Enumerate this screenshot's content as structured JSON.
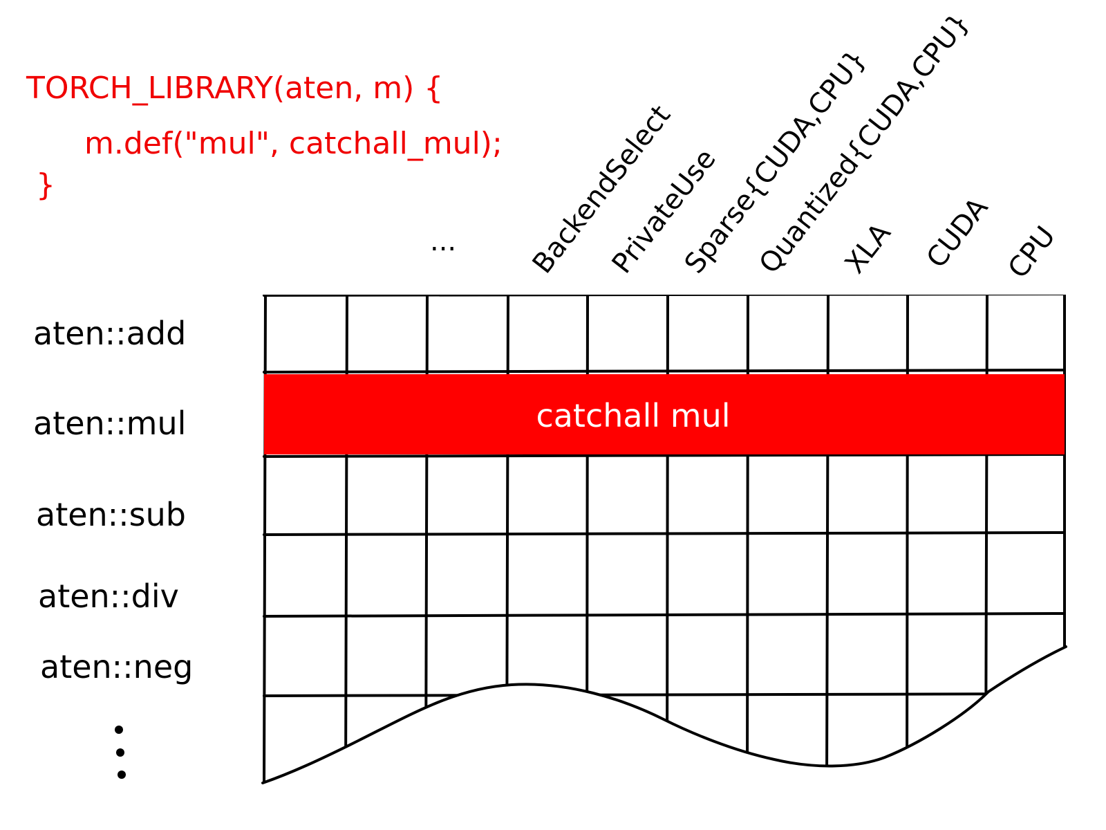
{
  "code_block": {
    "line1": "TORCH_LIBRARY(aten, m) {",
    "line2": "m.def(\"mul\", catchall_mul);",
    "line3": "}"
  },
  "columns": {
    "ellipsis": "...",
    "labels": [
      "BackendSelect",
      "PrivateUse",
      "Sparse{CUDA,CPU}",
      "Quantized{CUDA,CPU}",
      "XLA",
      "CUDA",
      "CPU"
    ]
  },
  "rows": {
    "labels": [
      "aten::add",
      "aten::mul",
      "aten::sub",
      "aten::div",
      "aten::neg"
    ],
    "ellipsis": "⋮"
  },
  "highlight": {
    "row": "aten::mul",
    "text": "catchall mul",
    "color": "#ff0000"
  },
  "colors": {
    "code": "#f00000",
    "ink": "#000000",
    "highlight": "#ff0000"
  }
}
